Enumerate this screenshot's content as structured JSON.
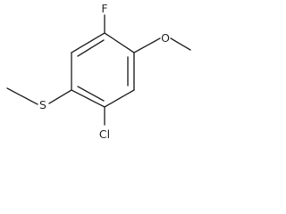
{
  "molecule": {
    "atoms": {
      "fluorine": "F",
      "oxygen": "O",
      "sulfur": "S",
      "chlorine": "Cl"
    }
  }
}
